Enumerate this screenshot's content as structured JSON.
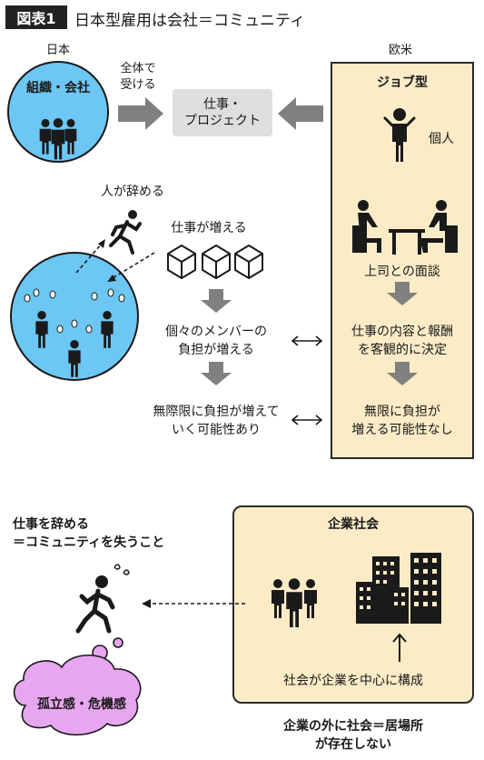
{
  "header": {
    "tag": "図表1",
    "title": "日本型雇用は会社＝コミュニティ"
  },
  "japan": {
    "heading": "日本",
    "org_label": "組織・会社",
    "receive_label_1": "全体で",
    "receive_label_2": "受ける",
    "work_1": "仕事・",
    "work_2": "プロジェクト",
    "quit_label": "人が辞める",
    "work_increase": "仕事が増える",
    "burden_1": "個々のメンバーの",
    "burden_2": "負担が増える",
    "unlimited_1": "無際限に負担が増えて",
    "unlimited_2": "いく可能性あり"
  },
  "west": {
    "heading": "欧米",
    "job_type": "ジョブ型",
    "individual": "個人",
    "interview": "上司との面談",
    "decide_1": "仕事の内容と報酬",
    "decide_2": "を客観的に決定",
    "no_limit_1": "無限に負担が",
    "no_limit_2": "増える可能性なし"
  },
  "bottom": {
    "quit_1": "仕事を辞める",
    "quit_2": "＝コミュニティを失うこと",
    "isolation": "孤立感・危機感",
    "corp_society": "企業社会",
    "society_center": "社会が企業を中心に構成",
    "outside_1": "企業の外に社会＝居場所",
    "outside_2": "が存在しない"
  },
  "colors": {
    "blue_circle": "#6cc7f4",
    "panel": "#fbecc7",
    "cloud": "#e9a6f0",
    "arrow_gray": "#808080",
    "icon": "#1a1a1a"
  }
}
